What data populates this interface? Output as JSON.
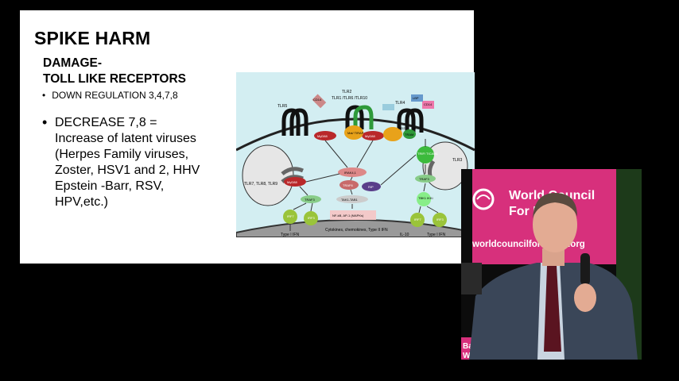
{
  "slide": {
    "title": "SPIKE HARM",
    "subtitle_line1": "DAMAGE-",
    "subtitle_line2": "TOLL LIKE RECEPTORS",
    "bullet1": "DOWN REGULATION 3,4,7,8",
    "bullet2_lines": [
      "DECREASE 7,8 =",
      "Increase of latent viruses",
      "(Herpes Family viruses,",
      "Zoster, HSV1 and 2, HHV",
      "Epstein -Barr, RSV,",
      "HPV,etc.)"
    ]
  },
  "diagram": {
    "tlr5": "TLR5",
    "tlr2": "TLR2",
    "tlr_combo": "TLR1 /TLR6 /TLR10",
    "tlr4": "TLR4",
    "tlr789": "TLR7, TLR8, TLR9",
    "tlr3": "TLR3",
    "cd14_left": "CD14",
    "cd14_right": "CD14",
    "lbp": "LBP",
    "md2a": "MD2",
    "md2b": "MD2",
    "mal_tirap": "Mal/ TIRAP",
    "tram": "TRAM",
    "myd88_a": "MyD88",
    "myd88_b": "MyD88",
    "myd88_c": "MyD88",
    "irak": "IRAK4,1",
    "traf6": "TRAF6",
    "rip": "RIP",
    "trif": "TRIF/ TICAM1",
    "traf3_left": "TRAF3",
    "traf3_right": "TRAF3",
    "tak": "TAK1-TAB1",
    "tbk": "TBK1 IKKi",
    "nfkb": "NF-kB, AP-1 (MAPKs)",
    "irf_a": "IRF7",
    "irf_b": "IRF3",
    "irf_c": "IRF7",
    "irf_d": "IRF3",
    "out_ifn1": "Type I IFN",
    "out_cyto": "Cytokines, chemokines, Type II IFN",
    "out_il10": "IL-10",
    "out_ifn2": "Type I IFN"
  },
  "speaker": {
    "banner_line1": "World Council",
    "banner_line2": "For Health",
    "banner_url": "worldcouncilforhealth.org",
    "bottom_text1": "Basierend",
    "bottom_text2": "Wissens"
  },
  "colors": {
    "background": "#000000",
    "slide": "#ffffff",
    "cell": "#d3eef2",
    "banner": "#d7307c",
    "suit": "#3a4658"
  }
}
